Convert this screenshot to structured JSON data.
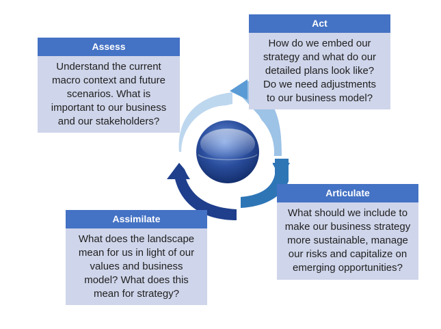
{
  "colors": {
    "header": "#4472c4",
    "body": "#cfd5ea",
    "arrow_light": "#9dc3e6",
    "arrow_mid": "#2e75b6",
    "arrow_dark": "#1f3e8c",
    "sphere": "#2a4d9c"
  },
  "icons": {
    "center": "sphere-icon"
  },
  "steps": [
    {
      "title": "Assess",
      "text": "Understand the current\nmacro context and future\nscenarios.   What is\nimportant to our business\nand our stakeholders?"
    },
    {
      "title": "Act",
      "text": "How do we embed our\nstrategy and what do our\ndetailed plans look like?\nDo we need adjustments\nto our business model?"
    },
    {
      "title": "Articulate",
      "text": "What should we include to\nmake our business strategy\nmore sustainable, manage\nour risks and capitalize on\nemerging opportunities?"
    },
    {
      "title": "Assimilate",
      "text": "What does the landscape\nmean for us in light of our\nvalues and business\nmodel?  What does this\nmean for strategy?"
    }
  ]
}
